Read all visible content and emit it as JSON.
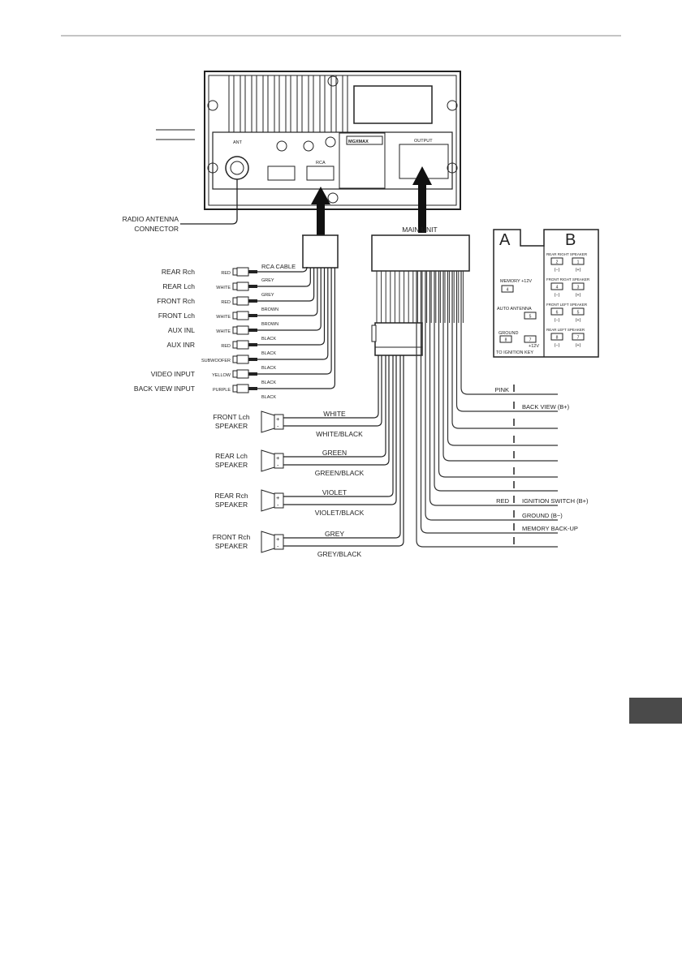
{
  "head_unit": {
    "ant_label": "ANT",
    "rca_label": "RCA",
    "output_label": "OUTPUT",
    "logo": "MGXMAX"
  },
  "antenna": {
    "label_line1": "RADIO ANTENNA",
    "label_line2": "CONNECTOR"
  },
  "main_unit_label": "MAIN UNIT",
  "rca_cable_label": "RCA CABLE",
  "rca_rows": [
    {
      "name": "REAR Rch",
      "color": "RED",
      "wire": "GREY"
    },
    {
      "name": "REAR Lch",
      "color": "WHITE",
      "wire": "GREY"
    },
    {
      "name": "FRONT Rch",
      "color": "RED",
      "wire": "BROWN"
    },
    {
      "name": "FRONT Lch",
      "color": "WHITE",
      "wire": "BROWN"
    },
    {
      "name": "AUX INL",
      "color": "WHITE",
      "wire": "BLACK"
    },
    {
      "name": "AUX INR",
      "color": "RED",
      "wire": "BLACK"
    },
    {
      "name": "",
      "color": "SUBWOOFER",
      "wire": "BLACK"
    },
    {
      "name": "VIDEO  INPUT",
      "color": "YELLOW",
      "wire": "BLACK"
    },
    {
      "name": "BACK VIEW  INPUT",
      "color": "PURPLE",
      "wire": "BLACK"
    }
  ],
  "speakers": [
    {
      "line1": "FRONT Lch",
      "line2": "SPEAKER",
      "plus_wire": "WHITE",
      "minus_wire": "WHITE/BLACK"
    },
    {
      "line1": "REAR Lch",
      "line2": "SPEAKER",
      "plus_wire": "GREEN",
      "minus_wire": "GREEN/BLACK"
    },
    {
      "line1": "REAR Rch",
      "line2": "SPEAKER",
      "plus_wire": "VIOLET",
      "minus_wire": "VIOLET/BLACK"
    },
    {
      "line1": "FRONT Rch",
      "line2": "SPEAKER",
      "plus_wire": "GREY",
      "minus_wire": "GREY/BLACK"
    }
  ],
  "right_wires": [
    {
      "left": "PINK",
      "right": ""
    },
    {
      "left": "",
      "right": "BACK VIEW (B+)"
    },
    {
      "left": "",
      "right": ""
    },
    {
      "left": "",
      "right": ""
    },
    {
      "left": "",
      "right": ""
    },
    {
      "left": "",
      "right": ""
    },
    {
      "left": "",
      "right": ""
    },
    {
      "left": "RED",
      "right": "IGNITION SWITCH (B+)"
    },
    {
      "left": "",
      "right": "GROUND (B−)"
    },
    {
      "left": "",
      "right": "MEMORY  BACK-UP"
    },
    {
      "left": "",
      "right": ""
    }
  ],
  "pinout": {
    "a_label": "A",
    "b_label": "B",
    "a_items": [
      {
        "label": "MEMORY +12V",
        "pin": "4"
      },
      {
        "label": "AUTO ANTENNA",
        "pin": "5"
      },
      {
        "label": "GROUND",
        "pin": "8"
      },
      {
        "label": "+12V TO IGNITION KEY",
        "pin": "7"
      }
    ],
    "b_groups": [
      {
        "label": "REAR RIGHT SPEAKER",
        "neg": "2",
        "pos": "1"
      },
      {
        "label": "FRONT RIGHT SPEAKER",
        "neg": "4",
        "pos": "3"
      },
      {
        "label": "FRONT LEFT SPEAKER",
        "neg": "6",
        "pos": "5"
      },
      {
        "label": "REAR LEFT SPEAKER",
        "neg": "8",
        "pos": "7"
      }
    ],
    "neg_sign": "(−)",
    "pos_sign": "(+)",
    "plus12": "+12V",
    "to_ign": "TO IGNITION KEY"
  }
}
